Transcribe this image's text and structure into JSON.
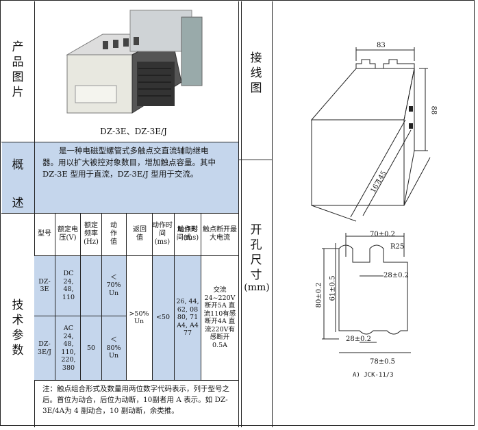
{
  "sections": {
    "product_image": "产品图片",
    "overview": "概述",
    "tech_params": "技术参数",
    "wiring": "接线图",
    "cutout": "开孔尺寸",
    "cutout_unit": "(mm)"
  },
  "product_caption": "DZ-3E、DZ-3E/J",
  "overview_text": "是一种电磁型螺管式多触点交直流辅助继电器。用以扩大被控对象数目，增加触点容量。其中DZ-3E 型用于直流，DZ-3E/J 型用于交流。",
  "table": {
    "headers": [
      "型号",
      "额定电压(V)",
      "额定频率(Hz)",
      "动作值",
      "返回值",
      "动作时间(ms)",
      "触点形式",
      "触点断开最大电流"
    ],
    "rows": [
      {
        "model": "DZ-3E",
        "voltage": "DC 24, 48, 110",
        "freq": "",
        "action": "＜70% Un"
      },
      {
        "model": "DZ-3E/J",
        "voltage": "AC 24, 48, 110, 220, 380",
        "freq": "50",
        "action": "＜80% Un"
      }
    ],
    "return_value": ">50% Un",
    "action_time": "<50",
    "contact_form": "26, 44, 62, 08 80, 71 A4, A4 77",
    "break_current": "交流24~220V断开5A 直流110有感断开4A 直流220V有感断开0.5A"
  },
  "note": "注：触点组合形式及数量用两位数字代码表示，列于型号之后。首位为动合，后位为动断，10副者用 A 表示。如 DZ-3E/4A为 4 副动合，10 副动断，余类推。",
  "wiring_dims": {
    "d1": "83",
    "d2": "88",
    "d3": "145",
    "d4": "167"
  },
  "cutout_dims": {
    "w1": "70±0.2",
    "r": "R25",
    "w2": "28±0.2",
    "h1": "80±0.2",
    "h2": "61±0.5",
    "w3": "28±0.2",
    "w4": "78±0.5",
    "caption": "A) JCK-11/3"
  }
}
